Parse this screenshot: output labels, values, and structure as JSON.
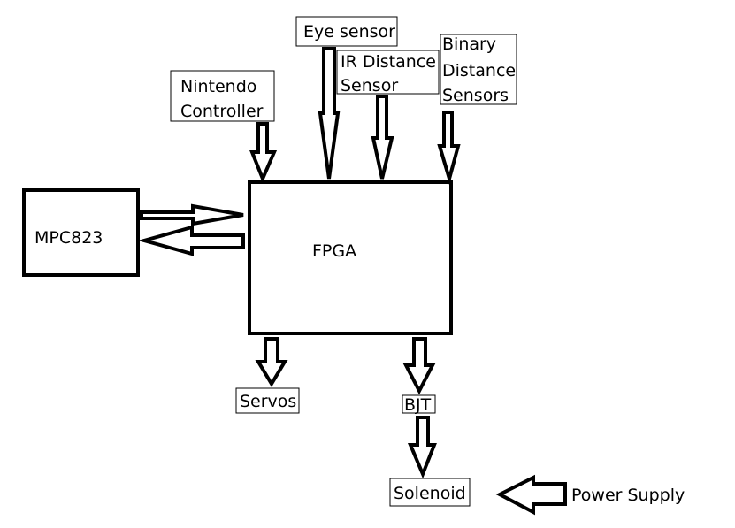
{
  "diagram": {
    "blocks": {
      "fpga": "FPGA",
      "mpc": "MPC823"
    },
    "inputs": {
      "nintendo": [
        "Nintendo",
        "Controller"
      ],
      "eye": "Eye sensor",
      "ir": [
        "IR Distance",
        "Sensor"
      ],
      "binary": [
        "Binary",
        "Distance",
        "Sensors"
      ]
    },
    "outputs": {
      "servos": "Servos",
      "bjt": "BJT",
      "solenoid": "Solenoid"
    },
    "power": "Power Supply"
  }
}
